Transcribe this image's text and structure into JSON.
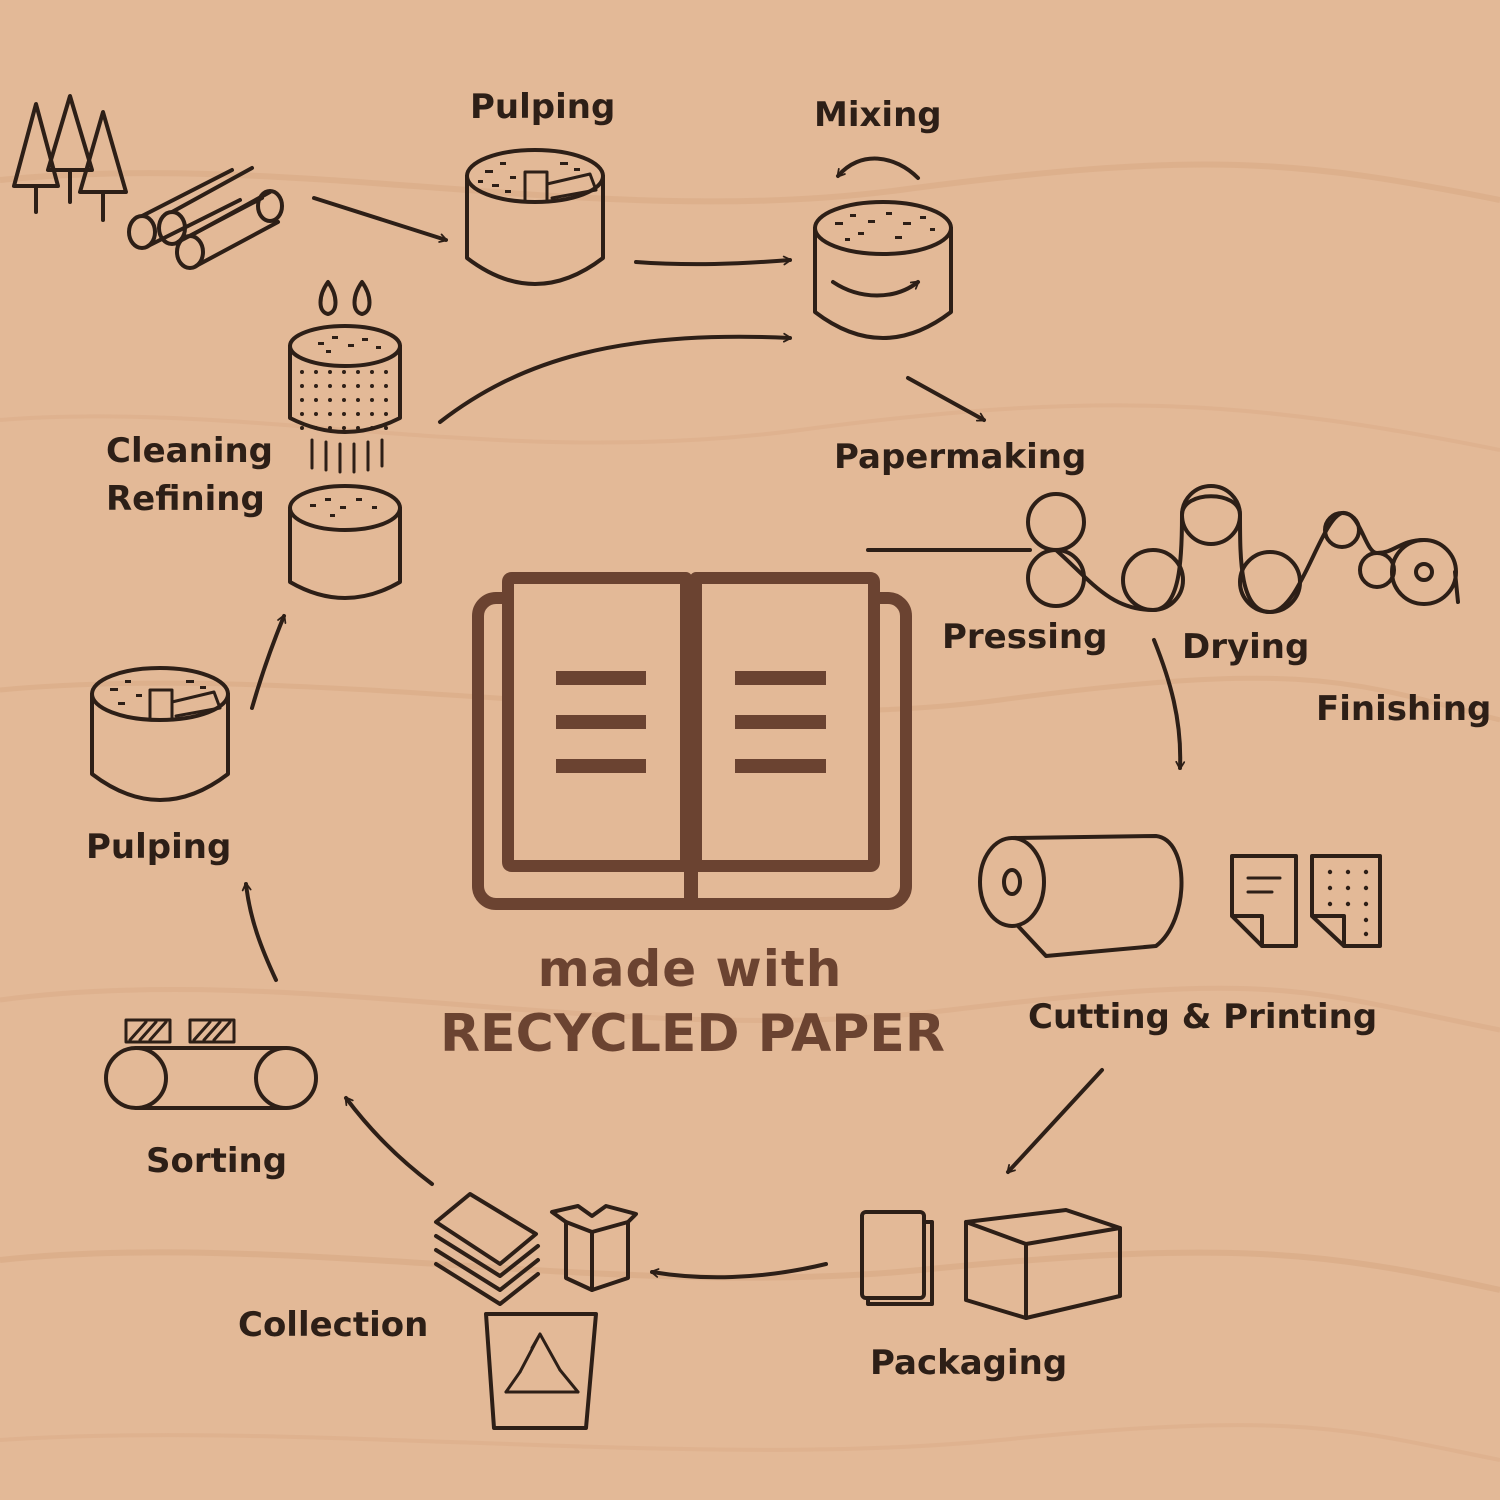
{
  "center": {
    "line1": "made with",
    "line2": "RECYCLED PAPER"
  },
  "stages": {
    "pulping_top": "Pulping",
    "mixing": "Mixing",
    "papermaking": "Papermaking",
    "cleaning": "Cleaning",
    "refining": "Refining",
    "pressing": "Pressing",
    "drying": "Drying",
    "finishing": "Finishing",
    "pulping_left": "Pulping",
    "cutting_printing": "Cutting & Printing",
    "sorting": "Sorting",
    "collection": "Collection",
    "packaging": "Packaging"
  },
  "icons": {
    "source": "trees-and-logs-icon",
    "pulping": "pulp-vat-icon",
    "mixing": "mixing-vat-icon",
    "cleaning": "cleaning-sieve-icon",
    "refining": "refining-vat-icon",
    "papermaking": "roller-line-icon",
    "book": "open-book-icon",
    "cutting": "paper-roll-icon",
    "printing": "printed-sheets-icon",
    "packaging": "box-icon",
    "collection": "recycle-bin-icon",
    "sorting": "conveyor-belt-icon"
  },
  "colors": {
    "wood_base": "#e3b997",
    "ink": "#2d1f17",
    "book": "#6b4331"
  }
}
